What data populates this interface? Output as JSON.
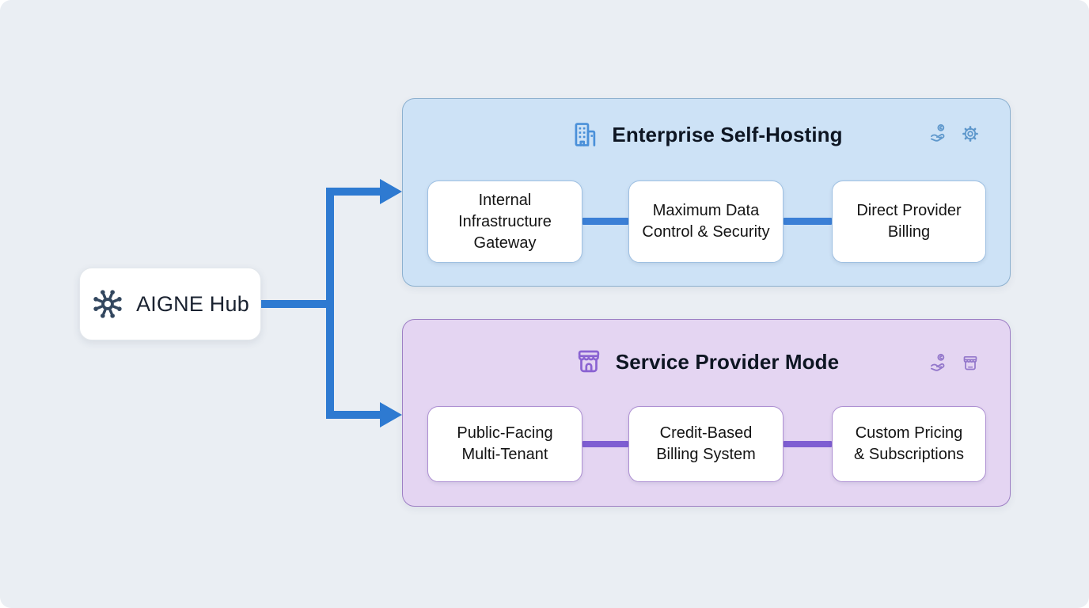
{
  "hub": {
    "label": "AIGNE Hub",
    "icon": "hub-network-icon"
  },
  "colors": {
    "background": "#eaeef3",
    "arrow_blue": "#2e7ad1",
    "enterprise_panel_bg": "#cde2f6",
    "enterprise_panel_border": "#8cb0cf",
    "enterprise_connector": "#3b7fd6",
    "service_panel_bg": "#e4d5f2",
    "service_panel_border": "#9d7fc4",
    "service_connector": "#7e5ed2",
    "hub_icon_color": "#33475f",
    "enterprise_icon_color": "#4a90d9",
    "service_icon_color": "#8a63d2"
  },
  "branches": [
    {
      "title": "Enterprise Self-Hosting",
      "title_icon": "building-icon",
      "corner_icons": [
        "hand-coin-icon",
        "gear-icon"
      ],
      "nodes": [
        {
          "label": "Internal\nInfrastructure\nGateway"
        },
        {
          "label": "Maximum Data\nControl & Security"
        },
        {
          "label": "Direct Provider\nBilling"
        }
      ]
    },
    {
      "title": "Service Provider Mode",
      "title_icon": "storefront-icon",
      "corner_icons": [
        "hand-coin-icon",
        "storefront-icon"
      ],
      "nodes": [
        {
          "label": "Public-Facing\nMulti-Tenant"
        },
        {
          "label": "Credit-Based\nBilling System"
        },
        {
          "label": "Custom Pricing\n& Subscriptions"
        }
      ]
    }
  ]
}
